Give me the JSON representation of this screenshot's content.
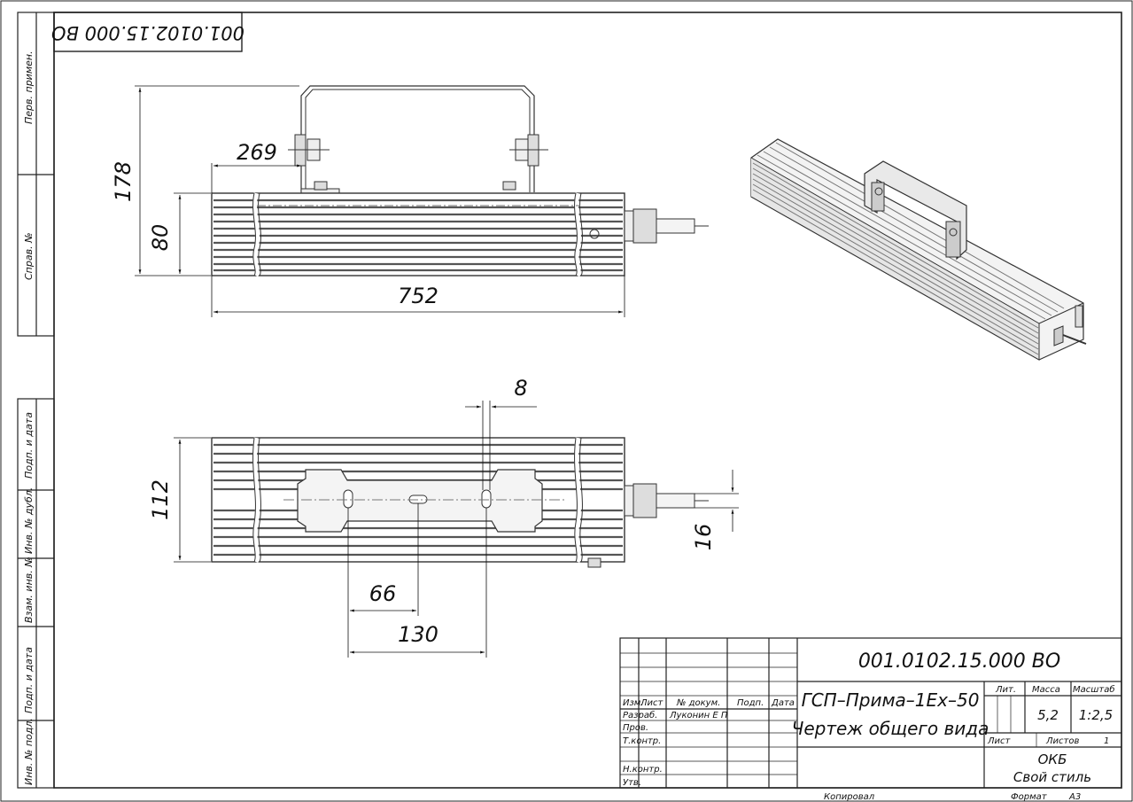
{
  "stamp_code_rotated": "001.0102.15.000 ВО",
  "side_strip": {
    "perv_primen": "Перв. примен.",
    "sprav_no": "Справ. №",
    "podp_data_1": "Подп. и дата",
    "inv_dubl": "Инв. № дубл.",
    "vzam_inv": "Взам. инв. №",
    "podp_data_2": "Подп. и дата",
    "inv_podl": "Инв. № подл."
  },
  "dimensions": {
    "top_height": "178",
    "top_body_height": "80",
    "top_bracket_offset": "269",
    "top_length": "752",
    "bottom_slot": "8",
    "bottom_height": "112",
    "bottom_cable": "16",
    "bottom_hole_spacing": "66",
    "bottom_hole_span": "130"
  },
  "title_block": {
    "designation": "001.0102.15.000 ВО",
    "product_line1": "ГСП–Прима–1Ех–50",
    "product_line2": "Чертеж общего вида",
    "col_izm": "Изм.",
    "col_list": "Лист",
    "col_doc": "№ докум.",
    "col_podp": "Подп.",
    "col_data": "Дата",
    "row_razrab": "Разраб.",
    "razrab_name": "Луконин Е П",
    "row_prov": "Пров.",
    "row_tkontr": "Т.контр.",
    "row_nkontr": "Н.контр.",
    "row_utv": "Утв.",
    "hdr_lit": "Лит.",
    "hdr_massa": "Масса",
    "hdr_masshtab": "Масштаб",
    "massa": "5,2",
    "masshtab": "1:2,5",
    "list_label": "Лист",
    "listov_label": "Листов",
    "listov": "1",
    "org_line1": "ОКБ",
    "org_line2": "Свой стиль",
    "kopiroval": "Копировал",
    "format_label": "Формат",
    "format": "А3"
  }
}
